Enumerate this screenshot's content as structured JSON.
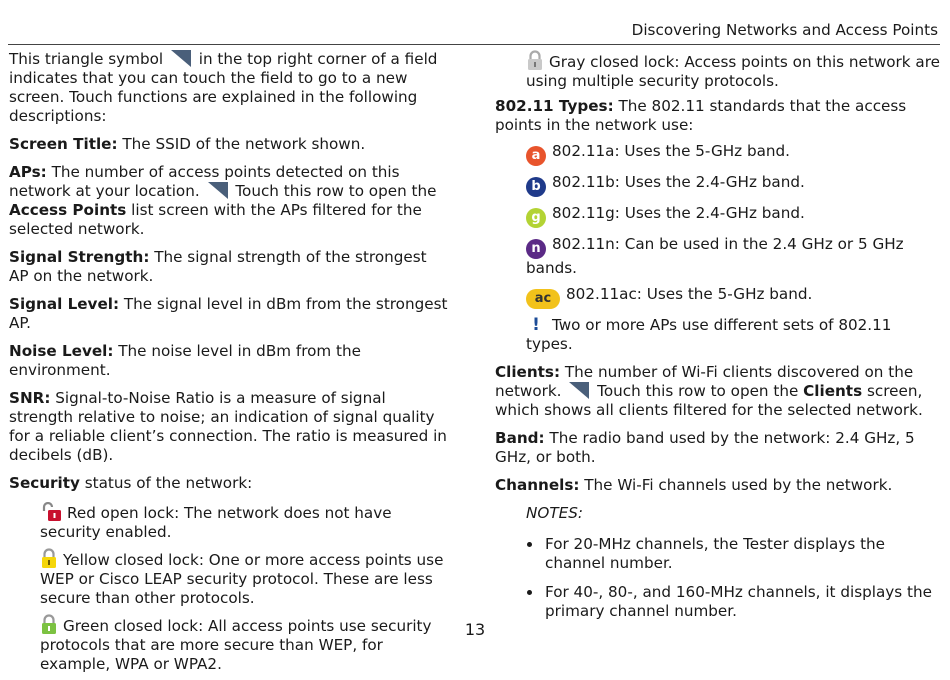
{
  "header": {
    "title": "Discovering Networks and Access Points"
  },
  "page_number": "13",
  "colors": {
    "a": "#e8542c",
    "b": "#1f3a8a",
    "g": "#b3d334",
    "n": "#5b2a86",
    "ac": "#f2c21b",
    "tri": "#4a5f7a"
  },
  "left": {
    "intro_a": "This triangle symbol",
    "intro_b": "in the top right corner of a field indicates that you can touch the field to go to a new screen. Touch functions are explained in the following descriptions:",
    "screen_title_label": "Screen Title:",
    "screen_title_text": "The SSID of the network shown.",
    "aps_label": "APs:",
    "aps_text_a": "The number of access points detected on this network at your location.",
    "aps_text_b": "Touch this row to open the",
    "aps_bold": "Access Points",
    "aps_text_c": "list screen with the APs filtered for the selected network.",
    "signal_strength_label": "Signal Strength:",
    "signal_strength_text": "The signal strength of the strongest AP on the network.",
    "signal_level_label": "Signal Level:",
    "signal_level_text": "The signal level in dBm from the strongest AP.",
    "noise_label": "Noise Level:",
    "noise_text": "The noise level in dBm from the environment.",
    "snr_label": "SNR:",
    "snr_text": "Signal-to-Noise Ratio is a measure of signal strength relative to noise; an indication of signal quality for a reliable client’s connection. The ratio is measured in decibels (dB).",
    "security_label": "Security",
    "security_text": "status of the network:",
    "red_lock": "Red open lock: The network does not have security enabled.",
    "yellow_lock": "Yellow closed lock: One or more access points use WEP or Cisco LEAP security protocol. These are less secure than other protocols.",
    "green_lock": "Green closed lock: All access points use security protocols that are more secure than WEP, for example, WPA or WPA2."
  },
  "right": {
    "gray_lock": "Gray closed lock: Access points on this network are using multiple security protocols.",
    "types_label": "802.11 Types:",
    "types_text": "The 802.11 standards that the access points in the network use:",
    "type_a": "802.11a: Uses the 5-GHz band.",
    "type_b": "802.11b: Uses the 2.4-GHz band.",
    "type_g": "802.11g: Uses the 2.4-GHz band.",
    "type_n": "802.11n: Can be used in the 2.4 GHz or 5 GHz bands.",
    "type_ac": "802.11ac: Uses the 5-GHz band.",
    "type_mixed": "Two or more APs use different sets of 802.11 types.",
    "badge_a": "a",
    "badge_b": "b",
    "badge_g": "g",
    "badge_n": "n",
    "badge_ac": "ac",
    "mixed_glyph": "!",
    "clients_label": "Clients:",
    "clients_text_a": "The number of Wi-Fi clients discovered on the network.",
    "clients_text_b": "Touch this row to open the",
    "clients_bold": "Clients",
    "clients_text_c": "screen, which shows all clients filtered for the selected network.",
    "band_label": "Band:",
    "band_text": "The radio band used by the network: 2.4 GHz, 5 GHz, or both.",
    "channels_label": "Channels:",
    "channels_text": "The Wi-Fi channels used by the network.",
    "notes_label": "NOTES:",
    "notes": [
      "For 20-MHz channels, the Tester displays the channel number.",
      "For 40-, 80-, and 160-MHz channels, it displays the primary channel number."
    ]
  }
}
